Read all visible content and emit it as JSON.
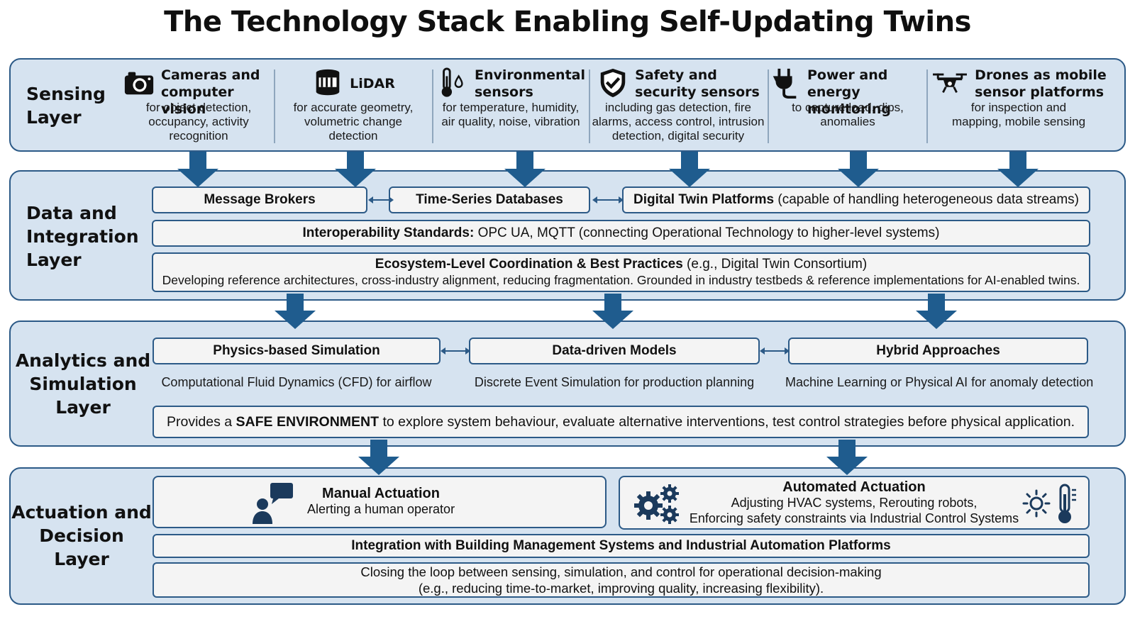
{
  "title": "The Technology Stack Enabling Self-Updating Twins",
  "colors": {
    "layer_fill": "#d6e3f0",
    "border": "#2c5a87",
    "arrow": "#1f5c8e",
    "icon": "#1b3a5c",
    "box_fill": "#f4f4f4"
  },
  "sensing": {
    "label": "Sensing\nLayer",
    "items": [
      {
        "icon": "camera-icon",
        "name": "Cameras and\ncomputer vision",
        "desc": "for object detection,\noccupancy, activity\nrecognition"
      },
      {
        "icon": "lidar-icon",
        "name": "LiDAR",
        "desc": "for accurate geometry,\nvolumetric change\ndetection"
      },
      {
        "icon": "thermometer-droplet-icon",
        "name": "Environmental\nsensors",
        "desc": "for temperature, humidity,\nair quality, noise, vibration"
      },
      {
        "icon": "shield-check-icon",
        "name": "Safety and\nsecurity sensors",
        "desc": "including gas detection, fire\nalarms, access control, intrusion\ndetection, digital security"
      },
      {
        "icon": "power-plug-icon",
        "name": "Power and\nenergy monitoring",
        "desc": "to capture load, dips,\nanomalies"
      },
      {
        "icon": "drone-icon",
        "name": "Drones as mobile\nsensor platforms",
        "desc": "for inspection and\nmapping, mobile sensing"
      }
    ]
  },
  "data_integration": {
    "label": "Data and\nIntegration\nLayer",
    "message_brokers": "Message Brokers",
    "time_series": "Time-Series Databases",
    "dt_platforms_bold": "Digital Twin Platforms",
    "dt_platforms_rest": " (capable of handling heterogeneous data streams)",
    "interop_bold": "Interoperability Standards:",
    "interop_rest": " OPC UA, MQTT (connecting Operational Technology to higher-level systems)",
    "ecosystem_bold": "Ecosystem-Level Coordination & Best Practices",
    "ecosystem_rest": " (e.g., Digital Twin Consortium)",
    "ecosystem_desc": "Developing reference architectures, cross-industry alignment, reducing fragmentation. Grounded in industry testbeds & reference implementations for AI-enabled twins."
  },
  "analytics": {
    "label": "Analytics and\nSimulation\nLayer",
    "physics": "Physics-based Simulation",
    "data_driven": "Data-driven Models",
    "hybrid": "Hybrid Approaches",
    "physics_desc": "Computational Fluid Dynamics (CFD) for airflow",
    "data_driven_desc": "Discrete Event Simulation for production planning",
    "hybrid_desc": "Machine Learning or Physical AI for anomaly detection",
    "safe_pre": "Provides a ",
    "safe_bold": "SAFE ENVIRONMENT",
    "safe_post": " to explore system behaviour, evaluate alternative interventions, test control strategies before physical application."
  },
  "actuation": {
    "label": "Actuation and\nDecision\nLayer",
    "manual_title": "Manual Actuation",
    "manual_desc": "Alerting a human operator",
    "auto_title": "Automated Actuation",
    "auto_desc": "Adjusting HVAC systems, Rerouting robots,\nEnforcing safety constraints via Industrial Control Systems",
    "integration": "Integration with Building Management Systems and Industrial Automation Platforms",
    "closing": "Closing the loop between sensing, simulation, and control for operational decision-making\n(e.g., reducing time-to-market, improving quality, increasing flexibility)."
  }
}
